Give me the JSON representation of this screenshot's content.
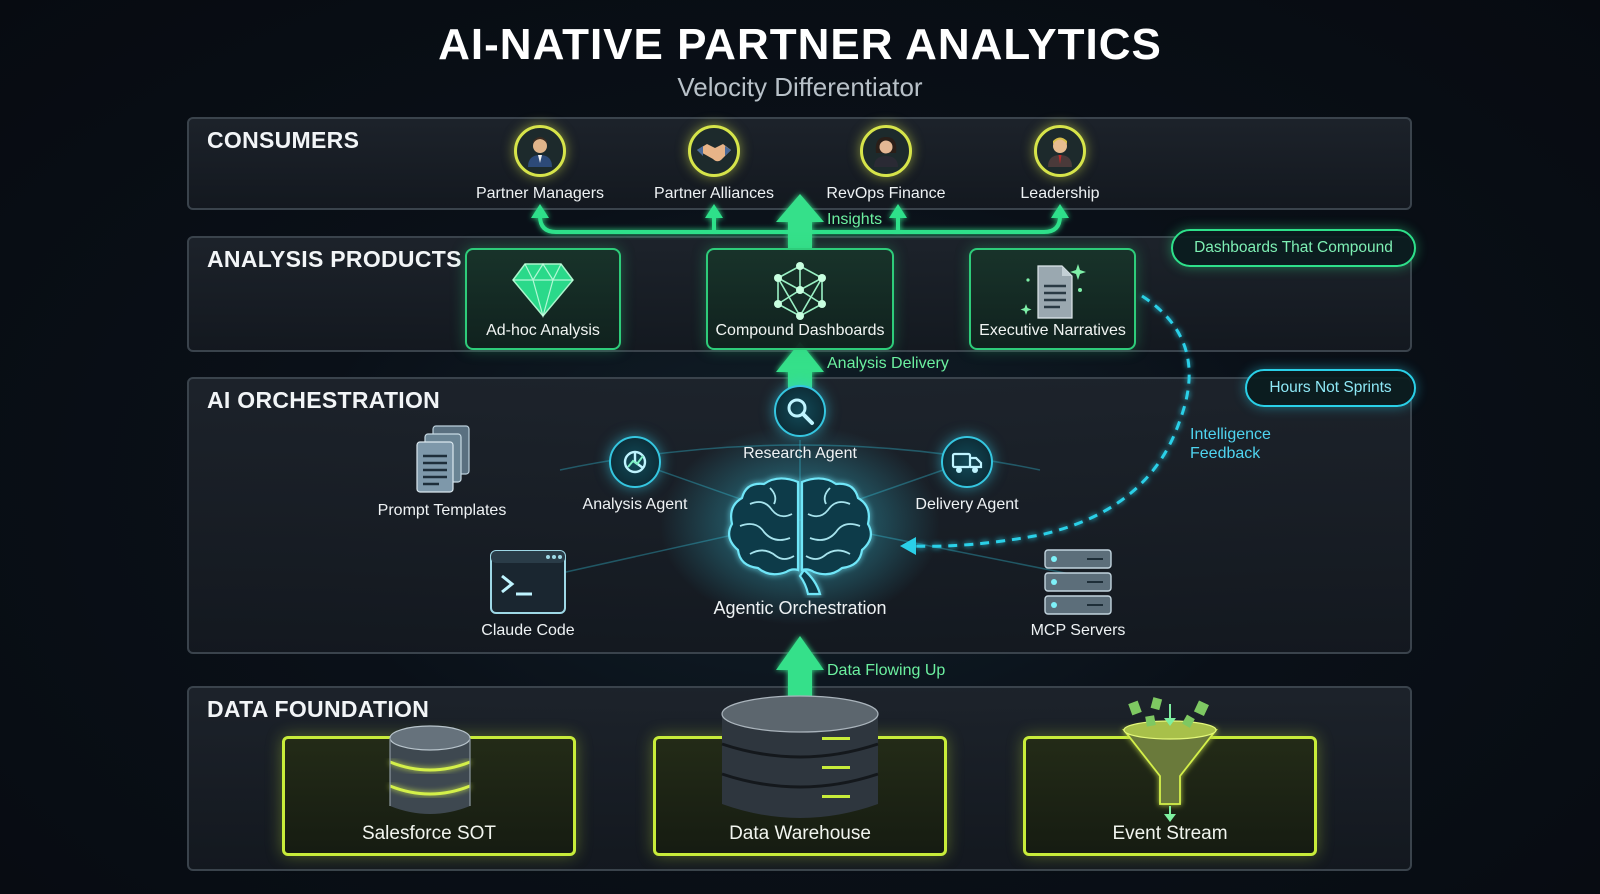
{
  "header": {
    "title": "AI-NATIVE PARTNER ANALYTICS",
    "subtitle": "Velocity Differentiator"
  },
  "layers": {
    "consumers": "CONSUMERS",
    "analysis_products": "ANALYSIS PRODUCTS",
    "ai_orchestration": "AI ORCHESTRATION",
    "data_foundation": "DATA FOUNDATION"
  },
  "consumers": [
    {
      "label": "Partner Managers",
      "icon": "manager-avatar-icon"
    },
    {
      "label": "Partner Alliances",
      "icon": "handshake-icon"
    },
    {
      "label": "RevOps Finance",
      "icon": "finance-avatar-icon"
    },
    {
      "label": "Leadership",
      "icon": "leader-avatar-icon"
    }
  ],
  "products": [
    {
      "label": "Ad-hoc Analysis",
      "icon": "diamond-icon"
    },
    {
      "label": "Compound Dashboards",
      "icon": "network-icon"
    },
    {
      "label": "Executive Narratives",
      "icon": "document-sparkle-icon"
    }
  ],
  "orchestration": {
    "center": "Agentic Orchestration",
    "research_agent": "Research Agent",
    "analysis_agent": "Analysis Agent",
    "delivery_agent": "Delivery Agent",
    "prompt_templates": "Prompt Templates",
    "claude_code": "Claude Code",
    "mcp_servers": "MCP Servers"
  },
  "foundation": [
    {
      "label": "Salesforce SOT",
      "icon": "database-cylinder-icon"
    },
    {
      "label": "Data Warehouse",
      "icon": "server-stack-icon"
    },
    {
      "label": "Event Stream",
      "icon": "funnel-icon"
    }
  ],
  "flows": {
    "insights": "Insights",
    "analysis_delivery": "Analysis Delivery",
    "data_flowing_up": "Data Flowing Up",
    "feedback_line1": "Intelligence",
    "feedback_line2": "Feedback"
  },
  "callouts": {
    "dashboards": "Dashboards That Compound",
    "hours": "Hours Not Sprints"
  },
  "colors": {
    "green": "#2ee08a",
    "cyan": "#2ad0e8",
    "lime": "#c8ec3a",
    "gold": "#d6e44a"
  }
}
